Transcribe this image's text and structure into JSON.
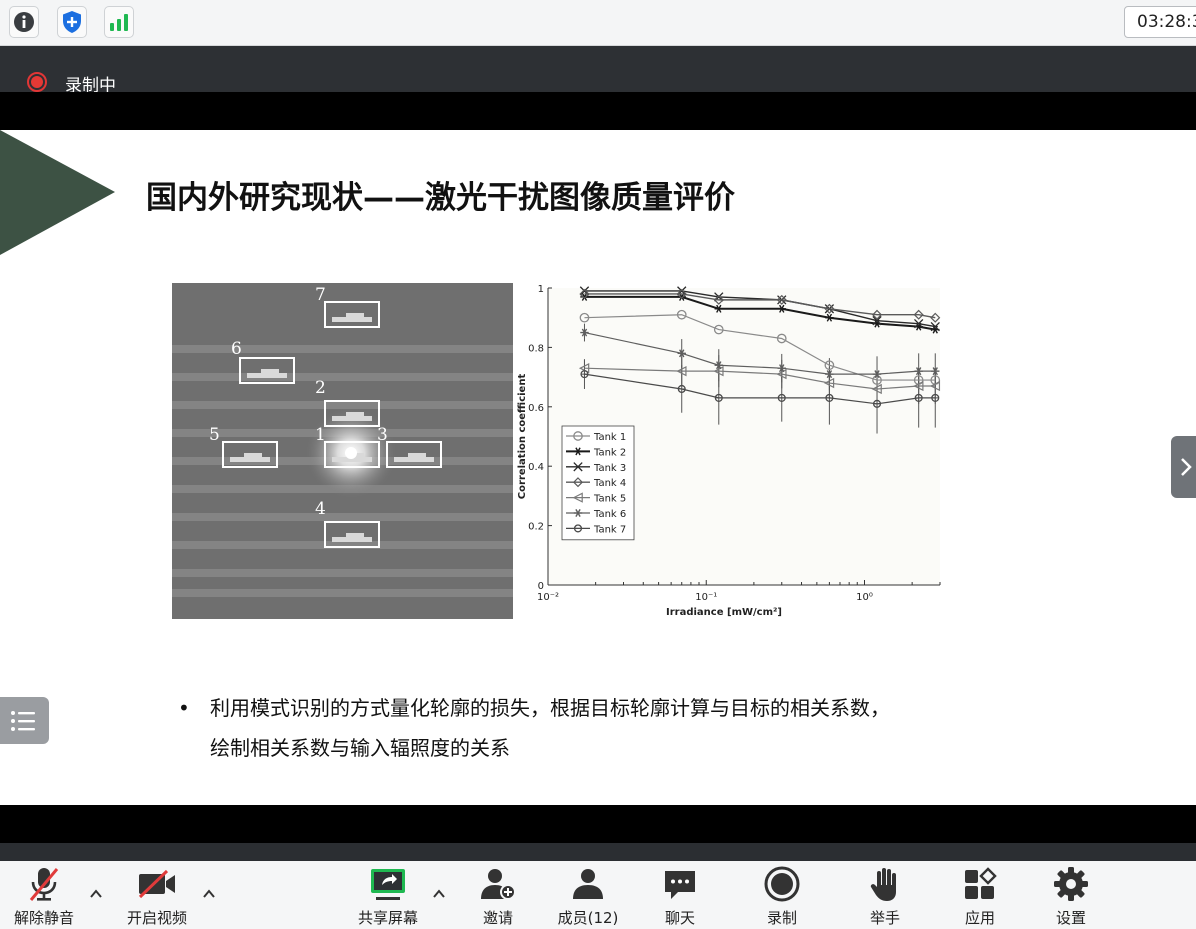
{
  "topbar": {
    "icons": [
      "info-icon",
      "shield-plus-icon",
      "signal-bars-icon"
    ],
    "clock": "03:28:3"
  },
  "recording": {
    "label": "录制中",
    "color": "#e53935"
  },
  "slide": {
    "title": "国内外研究现状——激光干扰图像质量评价",
    "accent_color": "#3d5244",
    "photo_labels": [
      "7",
      "6",
      "2",
      "5",
      "1",
      "3",
      "4"
    ],
    "bullet": {
      "line1": "利用模式识别的方式量化轮廓的损失，根据目标轮廓计算与目标的相关系数，",
      "line2": "绘制相关系数与输入辐照度的关系"
    }
  },
  "chart_data": {
    "type": "line",
    "xlabel": "Irradiance [mW/cm²]",
    "ylabel": "Correlation coefficient",
    "x_scale": "log",
    "xlim": [
      0.01,
      3
    ],
    "ylim": [
      0,
      1
    ],
    "x_tick_labels": [
      "10⁻²",
      "10⁻¹",
      "10⁰"
    ],
    "y_tick_labels": [
      "0",
      "0.2",
      "0.4",
      "0.6",
      "0.8",
      "1"
    ],
    "legend_position": "lower-left",
    "x": [
      0.017,
      0.07,
      0.12,
      0.3,
      0.6,
      1.2,
      2.2,
      2.8
    ],
    "series": [
      {
        "name": "Tank 1",
        "marker": "circle",
        "values": [
          0.9,
          0.91,
          0.86,
          0.83,
          0.74,
          0.69,
          0.69,
          0.69
        ]
      },
      {
        "name": "Tank 2",
        "marker": "star",
        "values": [
          0.97,
          0.97,
          0.93,
          0.93,
          0.9,
          0.88,
          0.87,
          0.86
        ]
      },
      {
        "name": "Tank 3",
        "marker": "x",
        "values": [
          0.99,
          0.99,
          0.97,
          0.96,
          0.93,
          0.89,
          0.88,
          0.87
        ]
      },
      {
        "name": "Tank 4",
        "marker": "diamond",
        "values": [
          0.98,
          0.98,
          0.96,
          0.96,
          0.93,
          0.91,
          0.91,
          0.9
        ]
      },
      {
        "name": "Tank 5",
        "marker": "triangle-left",
        "values": [
          0.73,
          0.72,
          0.72,
          0.71,
          0.68,
          0.66,
          0.67,
          0.67
        ]
      },
      {
        "name": "Tank 6",
        "marker": "asterisk",
        "values": [
          0.85,
          0.78,
          0.74,
          0.73,
          0.71,
          0.71,
          0.72,
          0.72
        ]
      },
      {
        "name": "Tank 7",
        "marker": "circle-plus",
        "values": [
          0.71,
          0.66,
          0.63,
          0.63,
          0.63,
          0.61,
          0.63,
          0.63
        ]
      }
    ]
  },
  "toolbar": {
    "items": [
      {
        "label": "解除静音",
        "icon": "mic-muted-icon"
      },
      {
        "label": "开启视频",
        "icon": "video-off-icon"
      },
      {
        "label": "共享屏幕",
        "icon": "share-screen-icon"
      },
      {
        "label": "邀请",
        "icon": "invite-user-icon"
      },
      {
        "label": "成员(12)",
        "icon": "members-icon"
      },
      {
        "label": "聊天",
        "icon": "chat-icon"
      },
      {
        "label": "录制",
        "icon": "record-icon"
      },
      {
        "label": "举手",
        "icon": "raise-hand-icon"
      },
      {
        "label": "应用",
        "icon": "apps-icon"
      },
      {
        "label": "设置",
        "icon": "settings-icon"
      }
    ]
  }
}
